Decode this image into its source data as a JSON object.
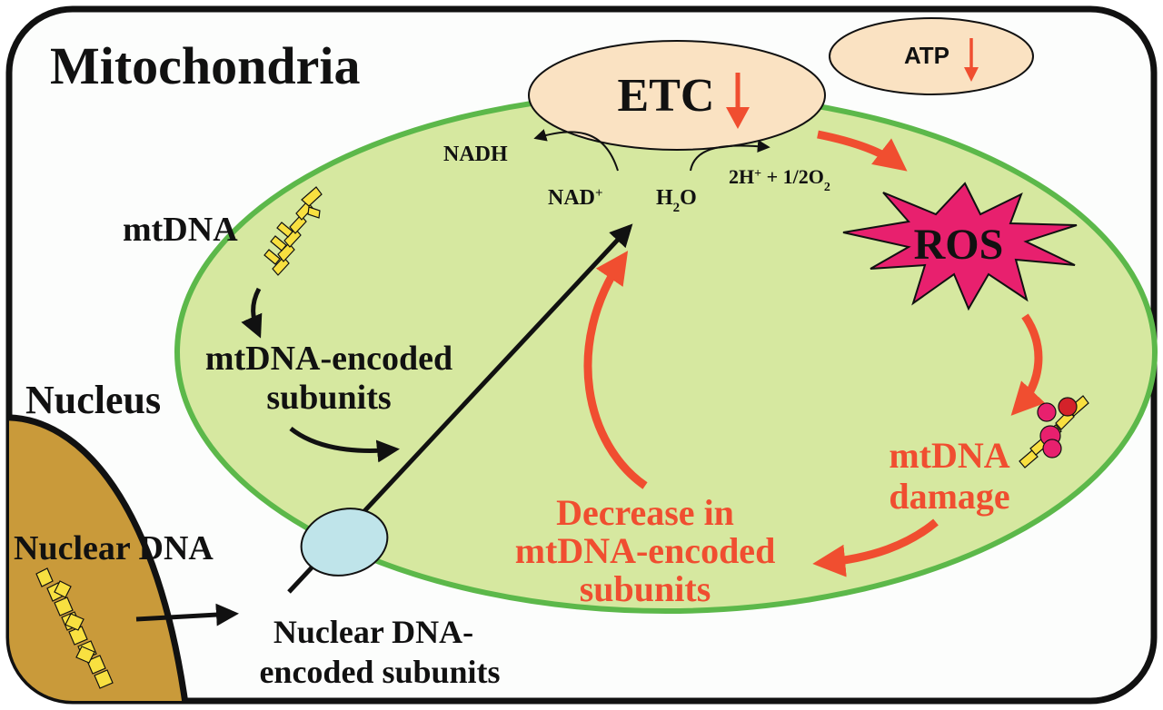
{
  "labels": {
    "mitochondria": "Mitochondria",
    "nucleus": "Nucleus",
    "nuclear_dna": "Nuclear DNA",
    "etc": "ETC",
    "atp": "ATP",
    "nadh": "NADH",
    "nad_base": "NAD",
    "nad_sup": "+",
    "h2o_h": "H",
    "h2o_sub": "2",
    "h2o_o": "O",
    "products_2h": "2H",
    "products_sup": "+",
    "products_half_o": " + 1/2O",
    "products_sub": "2",
    "ros": "ROS",
    "mtdna": "mtDNA",
    "mtdna_encoded_line1": "mtDNA-encoded",
    "mtdna_encoded_line2": "subunits",
    "nuclear_encoded_line1": "Nuclear DNA-",
    "nuclear_encoded_line2": "encoded subunits",
    "mtdna_damage_line1": "mtDNA",
    "mtdna_damage_line2": "damage",
    "decrease_line1": "Decrease in",
    "decrease_line2": "mtDNA-encoded",
    "decrease_line3": "subunits"
  },
  "colors": {
    "mito_fill": "#d6e8a0",
    "mito_stroke": "#5cb84a",
    "nucleus_fill": "#c99a3a",
    "etc_fill": "#fae2c2",
    "ros_fill": "#e8206e",
    "accent_red": "#f04e30",
    "import_channel": "#bfe4ea",
    "dna_yellow": "#f8e040"
  },
  "icons": {
    "etc_trend": "down-arrow-icon",
    "atp_trend": "down-arrow-icon"
  }
}
